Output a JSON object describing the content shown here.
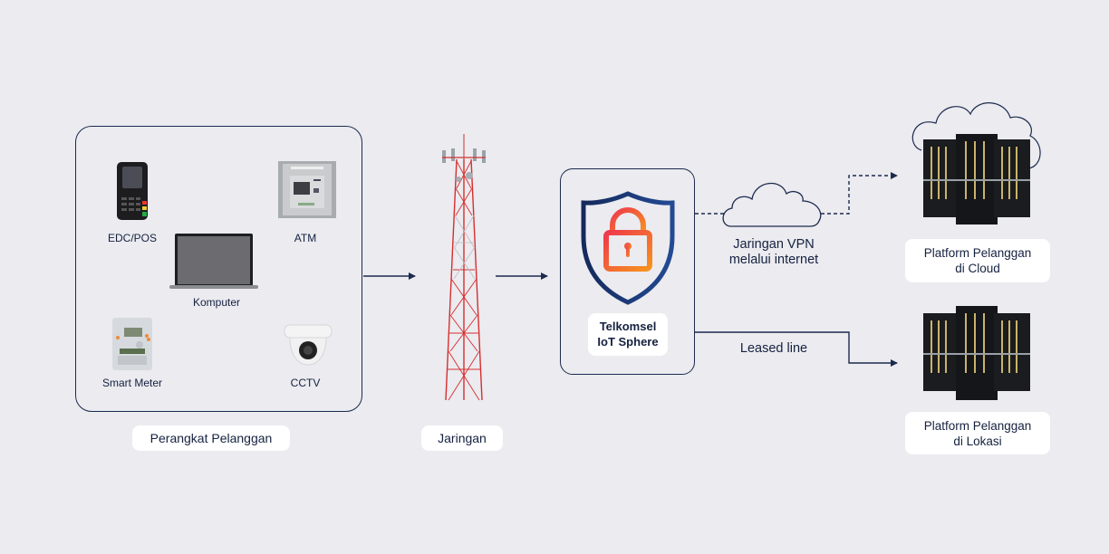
{
  "devices_group": {
    "label": "Perangkat Pelanggan",
    "devices": [
      {
        "name": "EDC/POS",
        "icon": "edc-pos-terminal-icon"
      },
      {
        "name": "ATM",
        "icon": "atm-machine-icon"
      },
      {
        "name": "Komputer",
        "icon": "laptop-icon"
      },
      {
        "name": "Smart Meter",
        "icon": "smart-meter-icon"
      },
      {
        "name": "CCTV",
        "icon": "cctv-camera-icon"
      }
    ]
  },
  "network": {
    "label": "Jaringan",
    "icon": "cell-tower-icon"
  },
  "platform": {
    "title_line1": "Telkomsel",
    "title_line2": "IoT Sphere",
    "icon": "shield-lock-icon"
  },
  "connections": {
    "vpn_line1": "Jaringan VPN",
    "vpn_line2": "melalui internet",
    "vpn_icon": "cloud-icon",
    "leased": "Leased line"
  },
  "destinations": {
    "cloud": {
      "line1": "Platform Pelanggan",
      "line2": "di Cloud",
      "icon": "cloud-server-rack-icon"
    },
    "onprem": {
      "line1": "Platform Pelanggan",
      "line2": "di Lokasi",
      "icon": "server-rack-icon"
    }
  },
  "colors": {
    "background": "#ebebf0",
    "navy": "#1c2b4d",
    "lock_gradient_start": "#ee3a4c",
    "lock_gradient_end": "#f7931e",
    "tower_red": "#d62f2f"
  }
}
